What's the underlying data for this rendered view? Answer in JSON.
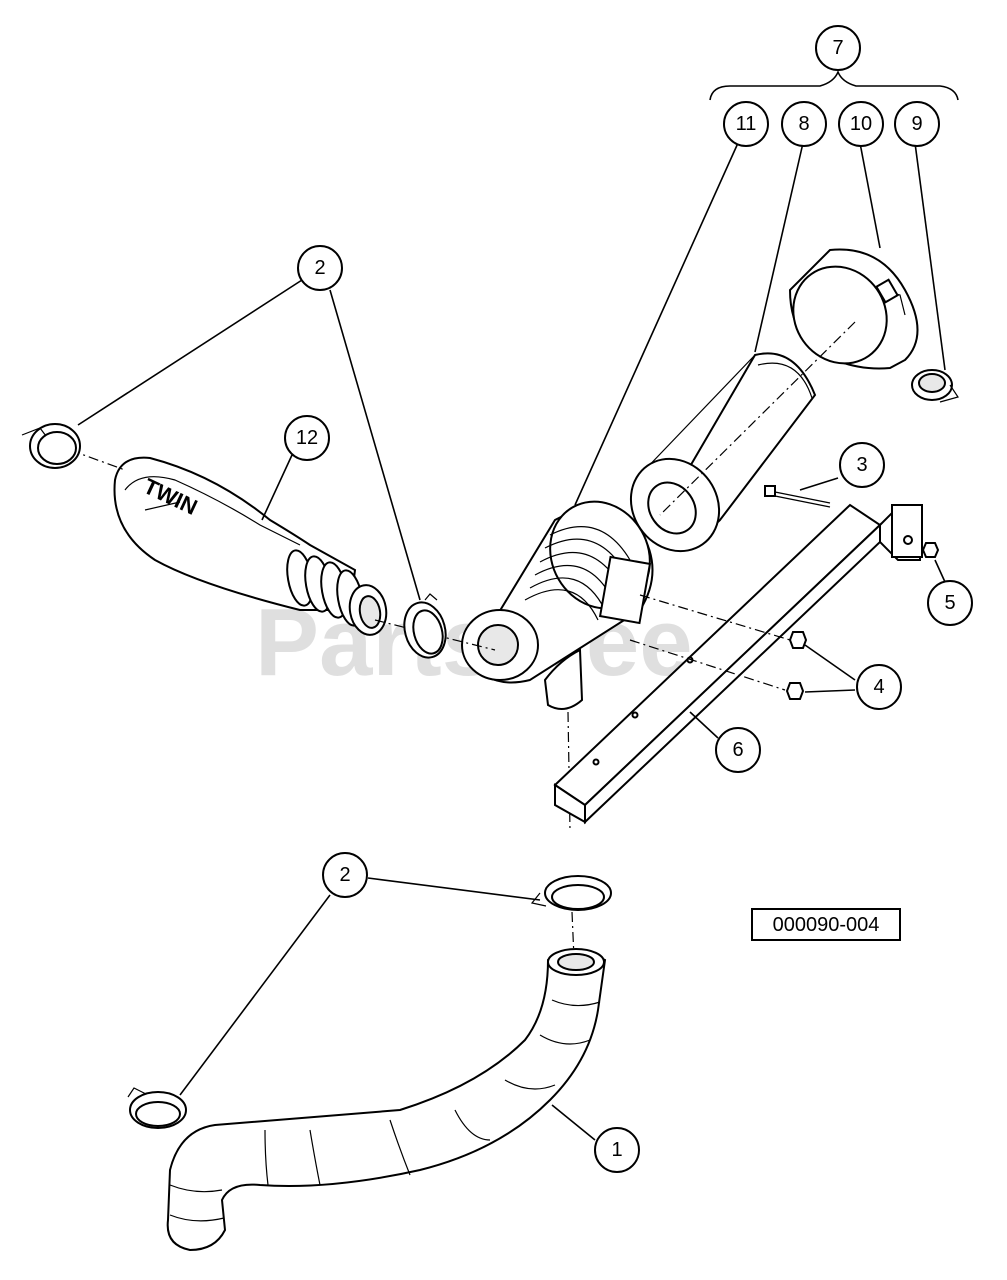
{
  "diagram_ref": "000090-004",
  "watermark": "PartsTree",
  "logo_text": "TWIN",
  "callouts": {
    "c7": "7",
    "c11": "11",
    "c8": "8",
    "c10": "10",
    "c9": "9",
    "c2_top": "2",
    "c12": "12",
    "c3": "3",
    "c5": "5",
    "c4": "4",
    "c6": "6",
    "c2_mid": "2",
    "c1": "1"
  }
}
